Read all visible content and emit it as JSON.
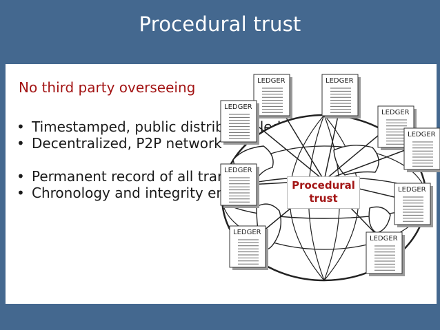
{
  "slide": {
    "title": "Procedural trust",
    "subtitle": "No third party overseeing",
    "bullets": [
      "Timestamped, public distributed ledger",
      "Decentralized, P2P network",
      "Permanent record of all transactions",
      "Chronology and integrity enforced by cryptography"
    ]
  },
  "diagram": {
    "center_label": "Procedural trust",
    "ledger_label": "LEDGER",
    "ledger_count": 9
  },
  "colors": {
    "background": "#44688f",
    "accent_red": "#a31515",
    "text": "#1a1a1a"
  }
}
